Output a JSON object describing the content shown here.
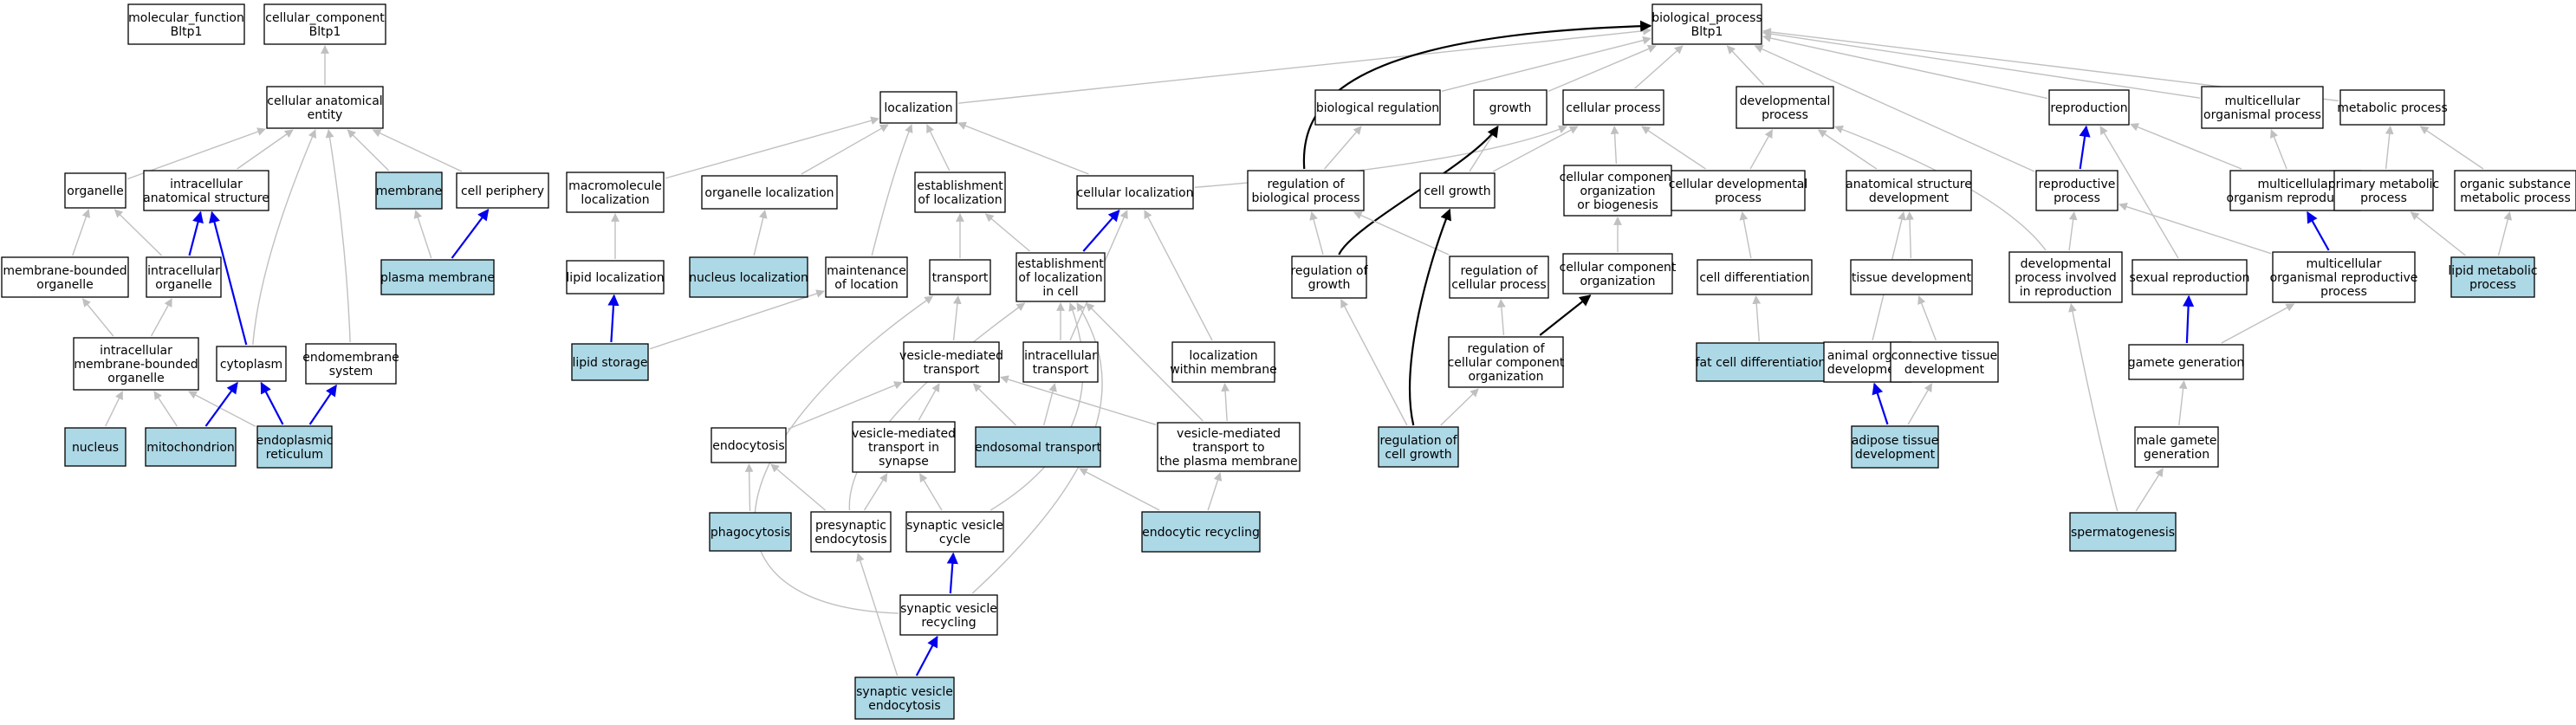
{
  "colors": {
    "highlight_fill": "#add8e6",
    "default_fill": "#ffffff",
    "node_border": "#000000",
    "edge_gray": "#c0c0c0",
    "edge_black": "#000000",
    "edge_blue": "#0000ee"
  },
  "nodes": [
    {
      "id": "mf",
      "lines": [
        "molecular_function",
        "Bltp1"
      ],
      "highlight": false
    },
    {
      "id": "cc",
      "lines": [
        "cellular_component",
        "Bltp1"
      ],
      "highlight": false
    },
    {
      "id": "bp",
      "lines": [
        "biological_process",
        "Bltp1"
      ],
      "highlight": false
    },
    {
      "id": "cae",
      "lines": [
        "cellular anatomical",
        "entity"
      ],
      "highlight": false
    },
    {
      "id": "loc",
      "lines": [
        "localization"
      ],
      "highlight": false
    },
    {
      "id": "breg",
      "lines": [
        "biological regulation"
      ],
      "highlight": false
    },
    {
      "id": "growth",
      "lines": [
        "growth"
      ],
      "highlight": false
    },
    {
      "id": "cproc",
      "lines": [
        "cellular process"
      ],
      "highlight": false
    },
    {
      "id": "devp",
      "lines": [
        "developmental",
        "process"
      ],
      "highlight": false
    },
    {
      "id": "repro",
      "lines": [
        "reproduction"
      ],
      "highlight": false
    },
    {
      "id": "mcorg",
      "lines": [
        "multicellular",
        "organismal process"
      ],
      "highlight": false
    },
    {
      "id": "metab",
      "lines": [
        "metabolic process"
      ],
      "highlight": false
    },
    {
      "id": "organelle",
      "lines": [
        "organelle"
      ],
      "highlight": false
    },
    {
      "id": "ias",
      "lines": [
        "intracellular",
        "anatomical structure"
      ],
      "highlight": false
    },
    {
      "id": "membrane",
      "lines": [
        "membrane"
      ],
      "highlight": true
    },
    {
      "id": "cperiph",
      "lines": [
        "cell periphery"
      ],
      "highlight": false
    },
    {
      "id": "macroloc",
      "lines": [
        "macromolecule",
        "localization"
      ],
      "highlight": false
    },
    {
      "id": "orgloc",
      "lines": [
        "organelle localization"
      ],
      "highlight": false
    },
    {
      "id": "estloc",
      "lines": [
        "establishment",
        "of localization"
      ],
      "highlight": false
    },
    {
      "id": "cellloc",
      "lines": [
        "cellular localization"
      ],
      "highlight": false
    },
    {
      "id": "regbp",
      "lines": [
        "regulation of",
        "biological process"
      ],
      "highlight": false
    },
    {
      "id": "cellgrowth",
      "lines": [
        "cell growth"
      ],
      "highlight": false
    },
    {
      "id": "ccob",
      "lines": [
        "cellular component",
        "organization",
        "or biogenesis"
      ],
      "highlight": false
    },
    {
      "id": "celldev",
      "lines": [
        "cellular developmental",
        "process"
      ],
      "highlight": false
    },
    {
      "id": "asdev",
      "lines": [
        "anatomical structure",
        "development"
      ],
      "highlight": false
    },
    {
      "id": "reprop",
      "lines": [
        "reproductive",
        "process"
      ],
      "highlight": false
    },
    {
      "id": "mcrepro",
      "lines": [
        "multicellular",
        "organism reproduction"
      ],
      "highlight": false
    },
    {
      "id": "primmet",
      "lines": [
        "primary metabolic",
        "process"
      ],
      "highlight": false
    },
    {
      "id": "orgsub",
      "lines": [
        "organic substance",
        "metabolic process"
      ],
      "highlight": false
    },
    {
      "id": "mbo",
      "lines": [
        "membrane-bounded",
        "organelle"
      ],
      "highlight": false
    },
    {
      "id": "intorg",
      "lines": [
        "intracellular",
        "organelle"
      ],
      "highlight": false
    },
    {
      "id": "pm",
      "lines": [
        "plasma membrane"
      ],
      "highlight": true
    },
    {
      "id": "lipidloc",
      "lines": [
        "lipid localization"
      ],
      "highlight": false
    },
    {
      "id": "nucloc",
      "lines": [
        "nucleus localization"
      ],
      "highlight": true
    },
    {
      "id": "maintloc",
      "lines": [
        "maintenance",
        "of location"
      ],
      "highlight": false
    },
    {
      "id": "transport",
      "lines": [
        "transport"
      ],
      "highlight": false
    },
    {
      "id": "estcell",
      "lines": [
        "establishment",
        "of localization",
        "in cell"
      ],
      "highlight": false
    },
    {
      "id": "reggrowth",
      "lines": [
        "regulation of",
        "growth"
      ],
      "highlight": false
    },
    {
      "id": "regcp",
      "lines": [
        "regulation of",
        "cellular process"
      ],
      "highlight": false
    },
    {
      "id": "cco",
      "lines": [
        "cellular component",
        "organization"
      ],
      "highlight": false
    },
    {
      "id": "celldiff",
      "lines": [
        "cell differentiation"
      ],
      "highlight": false
    },
    {
      "id": "tissdev",
      "lines": [
        "tissue development"
      ],
      "highlight": false
    },
    {
      "id": "devrepro",
      "lines": [
        "developmental",
        "process involved",
        "in reproduction"
      ],
      "highlight": false
    },
    {
      "id": "sexrepro",
      "lines": [
        "sexual reproduction"
      ],
      "highlight": false
    },
    {
      "id": "mcrepproc",
      "lines": [
        "multicellular",
        "organismal reproductive",
        "process"
      ],
      "highlight": false
    },
    {
      "id": "lipidmet",
      "lines": [
        "lipid metabolic",
        "process"
      ],
      "highlight": true
    },
    {
      "id": "imbo",
      "lines": [
        "intracellular",
        "membrane-bounded",
        "organelle"
      ],
      "highlight": false
    },
    {
      "id": "cytoplasm",
      "lines": [
        "cytoplasm"
      ],
      "highlight": false
    },
    {
      "id": "endomem",
      "lines": [
        "endomembrane",
        "system"
      ],
      "highlight": false
    },
    {
      "id": "lipidstor",
      "lines": [
        "lipid storage"
      ],
      "highlight": true
    },
    {
      "id": "vmt",
      "lines": [
        "vesicle-mediated",
        "transport"
      ],
      "highlight": false
    },
    {
      "id": "inttrans",
      "lines": [
        "intracellular",
        "transport"
      ],
      "highlight": false
    },
    {
      "id": "locmem",
      "lines": [
        "localization",
        "within membrane"
      ],
      "highlight": false
    },
    {
      "id": "regccorg",
      "lines": [
        "regulation of",
        "cellular component",
        "organization"
      ],
      "highlight": false
    },
    {
      "id": "fatcell",
      "lines": [
        "fat cell differentiation"
      ],
      "highlight": true
    },
    {
      "id": "animorgdev",
      "lines": [
        "animal organ",
        "development"
      ],
      "highlight": false
    },
    {
      "id": "conntiss",
      "lines": [
        "connective tissue",
        "development"
      ],
      "highlight": false
    },
    {
      "id": "gamgen",
      "lines": [
        "gamete generation"
      ],
      "highlight": false
    },
    {
      "id": "nucleus",
      "lines": [
        "nucleus"
      ],
      "highlight": true
    },
    {
      "id": "mito",
      "lines": [
        "mitochondrion"
      ],
      "highlight": true
    },
    {
      "id": "er",
      "lines": [
        "endoplasmic",
        "reticulum"
      ],
      "highlight": true
    },
    {
      "id": "endocyt",
      "lines": [
        "endocytosis"
      ],
      "highlight": false
    },
    {
      "id": "vmtsyn",
      "lines": [
        "vesicle-mediated",
        "transport in",
        "synapse"
      ],
      "highlight": false
    },
    {
      "id": "endotrans",
      "lines": [
        "endosomal transport"
      ],
      "highlight": true
    },
    {
      "id": "vmtpm",
      "lines": [
        "vesicle-mediated",
        "transport to",
        "the plasma membrane"
      ],
      "highlight": false
    },
    {
      "id": "regcellgrowth",
      "lines": [
        "regulation of",
        "cell growth"
      ],
      "highlight": true
    },
    {
      "id": "adipose",
      "lines": [
        "adipose tissue",
        "development"
      ],
      "highlight": true
    },
    {
      "id": "malegam",
      "lines": [
        "male gamete",
        "generation"
      ],
      "highlight": false
    },
    {
      "id": "phago",
      "lines": [
        "phagocytosis"
      ],
      "highlight": true
    },
    {
      "id": "presyn",
      "lines": [
        "presynaptic",
        "endocytosis"
      ],
      "highlight": false
    },
    {
      "id": "svc",
      "lines": [
        "synaptic vesicle",
        "cycle"
      ],
      "highlight": false
    },
    {
      "id": "endorec",
      "lines": [
        "endocytic recycling"
      ],
      "highlight": true
    },
    {
      "id": "spermato",
      "lines": [
        "spermatogenesis"
      ],
      "highlight": true
    },
    {
      "id": "svr",
      "lines": [
        "synaptic vesicle",
        "recycling"
      ],
      "highlight": false
    },
    {
      "id": "sve",
      "lines": [
        "synaptic vesicle",
        "endocytosis"
      ],
      "highlight": true
    }
  ],
  "edges": [
    {
      "from": "cae",
      "to": "cc",
      "kind": "is_a"
    },
    {
      "from": "organelle",
      "to": "cae",
      "kind": "is_a"
    },
    {
      "from": "ias",
      "to": "cae",
      "kind": "is_a"
    },
    {
      "from": "membrane",
      "to": "cae",
      "kind": "is_a"
    },
    {
      "from": "cperiph",
      "to": "cae",
      "kind": "is_a"
    },
    {
      "from": "cytoplasm",
      "to": "cae",
      "kind": "is_a"
    },
    {
      "from": "endomem",
      "to": "cae",
      "kind": "is_a"
    },
    {
      "from": "mbo",
      "to": "organelle",
      "kind": "is_a"
    },
    {
      "from": "intorg",
      "to": "organelle",
      "kind": "is_a"
    },
    {
      "from": "intorg",
      "to": "ias",
      "kind": "part_of"
    },
    {
      "from": "pm",
      "to": "membrane",
      "kind": "is_a"
    },
    {
      "from": "pm",
      "to": "cperiph",
      "kind": "part_of"
    },
    {
      "from": "imbo",
      "to": "mbo",
      "kind": "is_a"
    },
    {
      "from": "imbo",
      "to": "intorg",
      "kind": "is_a"
    },
    {
      "from": "cytoplasm",
      "to": "ias",
      "kind": "part_of"
    },
    {
      "from": "nucleus",
      "to": "imbo",
      "kind": "is_a"
    },
    {
      "from": "mito",
      "to": "imbo",
      "kind": "is_a"
    },
    {
      "from": "er",
      "to": "imbo",
      "kind": "is_a"
    },
    {
      "from": "mito",
      "to": "cytoplasm",
      "kind": "part_of"
    },
    {
      "from": "er",
      "to": "cytoplasm",
      "kind": "part_of"
    },
    {
      "from": "er",
      "to": "endomem",
      "kind": "part_of"
    },
    {
      "from": "loc",
      "to": "bp",
      "kind": "is_a"
    },
    {
      "from": "breg",
      "to": "bp",
      "kind": "is_a"
    },
    {
      "from": "growth",
      "to": "bp",
      "kind": "is_a"
    },
    {
      "from": "cproc",
      "to": "bp",
      "kind": "is_a"
    },
    {
      "from": "devp",
      "to": "bp",
      "kind": "is_a"
    },
    {
      "from": "repro",
      "to": "bp",
      "kind": "is_a"
    },
    {
      "from": "mcorg",
      "to": "bp",
      "kind": "is_a"
    },
    {
      "from": "metab",
      "to": "bp",
      "kind": "is_a"
    },
    {
      "from": "reprop",
      "to": "bp",
      "kind": "is_a"
    },
    {
      "from": "regbp",
      "to": "bp",
      "kind": "regulates"
    },
    {
      "from": "macroloc",
      "to": "loc",
      "kind": "is_a"
    },
    {
      "from": "orgloc",
      "to": "loc",
      "kind": "is_a"
    },
    {
      "from": "estloc",
      "to": "loc",
      "kind": "is_a"
    },
    {
      "from": "cellloc",
      "to": "loc",
      "kind": "is_a"
    },
    {
      "from": "maintloc",
      "to": "loc",
      "kind": "is_a"
    },
    {
      "from": "regbp",
      "to": "breg",
      "kind": "is_a"
    },
    {
      "from": "cellgrowth",
      "to": "growth",
      "kind": "is_a"
    },
    {
      "from": "cellgrowth",
      "to": "cproc",
      "kind": "is_a"
    },
    {
      "from": "ccob",
      "to": "cproc",
      "kind": "is_a"
    },
    {
      "from": "celldev",
      "to": "cproc",
      "kind": "is_a"
    },
    {
      "from": "cellloc",
      "to": "cproc",
      "kind": "is_a"
    },
    {
      "from": "celldev",
      "to": "devp",
      "kind": "is_a"
    },
    {
      "from": "asdev",
      "to": "devp",
      "kind": "is_a"
    },
    {
      "from": "devrepro",
      "to": "devp",
      "kind": "is_a"
    },
    {
      "from": "reprop",
      "to": "repro",
      "kind": "part_of"
    },
    {
      "from": "sexrepro",
      "to": "repro",
      "kind": "is_a"
    },
    {
      "from": "mcrepro",
      "to": "mcorg",
      "kind": "is_a"
    },
    {
      "from": "mcrepro",
      "to": "repro",
      "kind": "is_a"
    },
    {
      "from": "primmet",
      "to": "metab",
      "kind": "is_a"
    },
    {
      "from": "orgsub",
      "to": "metab",
      "kind": "is_a"
    },
    {
      "from": "lipidloc",
      "to": "macroloc",
      "kind": "is_a"
    },
    {
      "from": "nucloc",
      "to": "orgloc",
      "kind": "is_a"
    },
    {
      "from": "transport",
      "to": "estloc",
      "kind": "is_a"
    },
    {
      "from": "estcell",
      "to": "estloc",
      "kind": "is_a"
    },
    {
      "from": "estcell",
      "to": "cellloc",
      "kind": "part_of"
    },
    {
      "from": "reggrowth",
      "to": "regbp",
      "kind": "is_a"
    },
    {
      "from": "reggrowth",
      "to": "growth",
      "kind": "regulates"
    },
    {
      "from": "regcp",
      "to": "regbp",
      "kind": "is_a"
    },
    {
      "from": "cco",
      "to": "ccob",
      "kind": "is_a"
    },
    {
      "from": "celldiff",
      "to": "celldev",
      "kind": "is_a"
    },
    {
      "from": "tissdev",
      "to": "asdev",
      "kind": "is_a"
    },
    {
      "from": "animorgdev",
      "to": "asdev",
      "kind": "is_a"
    },
    {
      "from": "devrepro",
      "to": "reprop",
      "kind": "is_a"
    },
    {
      "from": "mcrepproc",
      "to": "reprop",
      "kind": "is_a"
    },
    {
      "from": "mcrepproc",
      "to": "mcrepro",
      "kind": "part_of"
    },
    {
      "from": "lipidmet",
      "to": "primmet",
      "kind": "is_a"
    },
    {
      "from": "lipidmet",
      "to": "orgsub",
      "kind": "is_a"
    },
    {
      "from": "lipidstor",
      "to": "lipidloc",
      "kind": "part_of"
    },
    {
      "from": "lipidstor",
      "to": "maintloc",
      "kind": "is_a"
    },
    {
      "from": "vmt",
      "to": "transport",
      "kind": "is_a"
    },
    {
      "from": "inttrans",
      "to": "estcell",
      "kind": "is_a"
    },
    {
      "from": "inttrans",
      "to": "cellloc",
      "kind": "is_a"
    },
    {
      "from": "locmem",
      "to": "cellloc",
      "kind": "is_a"
    },
    {
      "from": "regccorg",
      "to": "regcp",
      "kind": "is_a"
    },
    {
      "from": "regccorg",
      "to": "cco",
      "kind": "regulates"
    },
    {
      "from": "fatcell",
      "to": "celldiff",
      "kind": "is_a"
    },
    {
      "from": "conntiss",
      "to": "tissdev",
      "kind": "is_a"
    },
    {
      "from": "gamgen",
      "to": "sexrepro",
      "kind": "part_of"
    },
    {
      "from": "gamgen",
      "to": "mcrepproc",
      "kind": "is_a"
    },
    {
      "from": "endocyt",
      "to": "vmt",
      "kind": "is_a"
    },
    {
      "from": "vmtsyn",
      "to": "vmt",
      "kind": "is_a"
    },
    {
      "from": "endotrans",
      "to": "vmt",
      "kind": "is_a"
    },
    {
      "from": "endotrans",
      "to": "inttrans",
      "kind": "is_a"
    },
    {
      "from": "vmtpm",
      "to": "vmt",
      "kind": "is_a"
    },
    {
      "from": "vmtpm",
      "to": "estcell",
      "kind": "is_a"
    },
    {
      "from": "vmtpm",
      "to": "locmem",
      "kind": "is_a"
    },
    {
      "from": "regcellgrowth",
      "to": "reggrowth",
      "kind": "is_a"
    },
    {
      "from": "regcellgrowth",
      "to": "cellgrowth",
      "kind": "regulates"
    },
    {
      "from": "regcellgrowth",
      "to": "regccorg",
      "kind": "is_a"
    },
    {
      "from": "adipose",
      "to": "animorgdev",
      "kind": "part_of"
    },
    {
      "from": "adipose",
      "to": "conntiss",
      "kind": "is_a"
    },
    {
      "from": "malegam",
      "to": "gamgen",
      "kind": "is_a"
    },
    {
      "from": "phago",
      "to": "endocyt",
      "kind": "is_a"
    },
    {
      "from": "presyn",
      "to": "endocyt",
      "kind": "is_a"
    },
    {
      "from": "presyn",
      "to": "vmtsyn",
      "kind": "is_a"
    },
    {
      "from": "presyn",
      "to": "estcell",
      "kind": "is_a"
    },
    {
      "from": "svc",
      "to": "vmtsyn",
      "kind": "is_a"
    },
    {
      "from": "svc",
      "to": "estcell",
      "kind": "is_a"
    },
    {
      "from": "endorec",
      "to": "endotrans",
      "kind": "is_a"
    },
    {
      "from": "endorec",
      "to": "vmtpm",
      "kind": "is_a"
    },
    {
      "from": "spermato",
      "to": "malegam",
      "kind": "is_a"
    },
    {
      "from": "spermato",
      "to": "devrepro",
      "kind": "is_a"
    },
    {
      "from": "svr",
      "to": "svc",
      "kind": "part_of"
    },
    {
      "from": "svr",
      "to": "estcell",
      "kind": "is_a"
    },
    {
      "from": "svr",
      "to": "transport",
      "kind": "is_a"
    },
    {
      "from": "sve",
      "to": "svr",
      "kind": "part_of"
    },
    {
      "from": "sve",
      "to": "presyn",
      "kind": "is_a"
    }
  ]
}
